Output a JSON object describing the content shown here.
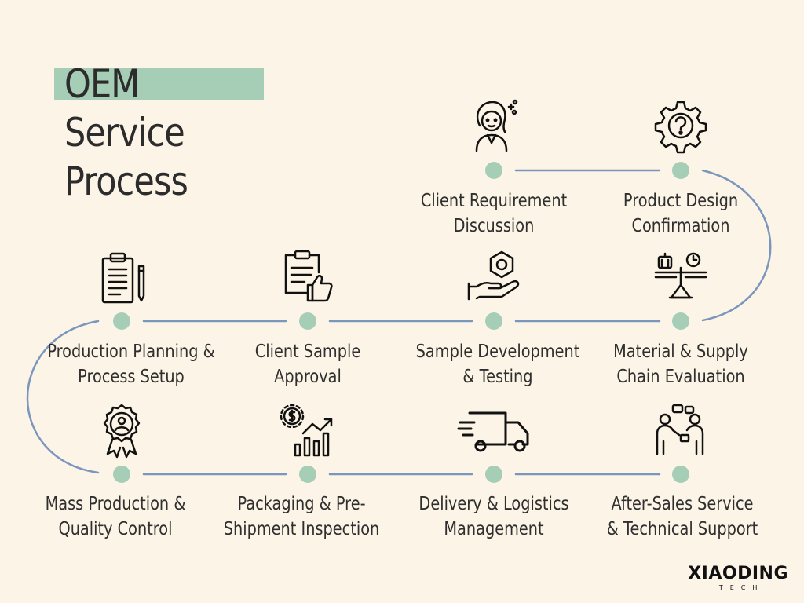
{
  "title": {
    "lines": [
      "OEM",
      "Service",
      "Process"
    ]
  },
  "colors": {
    "background": "#fcf4e6",
    "accent": "#a6cdb6",
    "path": "#7b96bd",
    "node": "#a6cdb6",
    "text": "#2f2f2f"
  },
  "steps": [
    {
      "icon": "customer-icon",
      "line1": "Client Requirement",
      "line2": "Discussion"
    },
    {
      "icon": "gear-question-icon",
      "line1": "Product Design",
      "line2": "Confirmation"
    },
    {
      "icon": "balance-scale-icon",
      "line1": "Material & Supply",
      "line2": "Chain Evaluation"
    },
    {
      "icon": "hand-nut-icon",
      "line1": "Sample Development",
      "line2": "& Testing"
    },
    {
      "icon": "clipboard-thumbs-up-icon",
      "line1": "Client Sample",
      "line2": "Approval"
    },
    {
      "icon": "clipboard-pencil-icon",
      "line1": "Production Planning &",
      "line2": "Process Setup"
    },
    {
      "icon": "award-badge-icon",
      "line1": "Mass Production &",
      "line2": "Quality Control"
    },
    {
      "icon": "growth-chart-icon",
      "line1": "Packaging & Pre-",
      "line2": "Shipment Inspection"
    },
    {
      "icon": "delivery-truck-icon",
      "line1": "Delivery & Logistics",
      "line2": "Management"
    },
    {
      "icon": "support-team-icon",
      "line1": "After-Sales Service",
      "line2": "& Technical Support"
    }
  ],
  "brand": {
    "name": "XIAODING",
    "sub": "TECH"
  }
}
